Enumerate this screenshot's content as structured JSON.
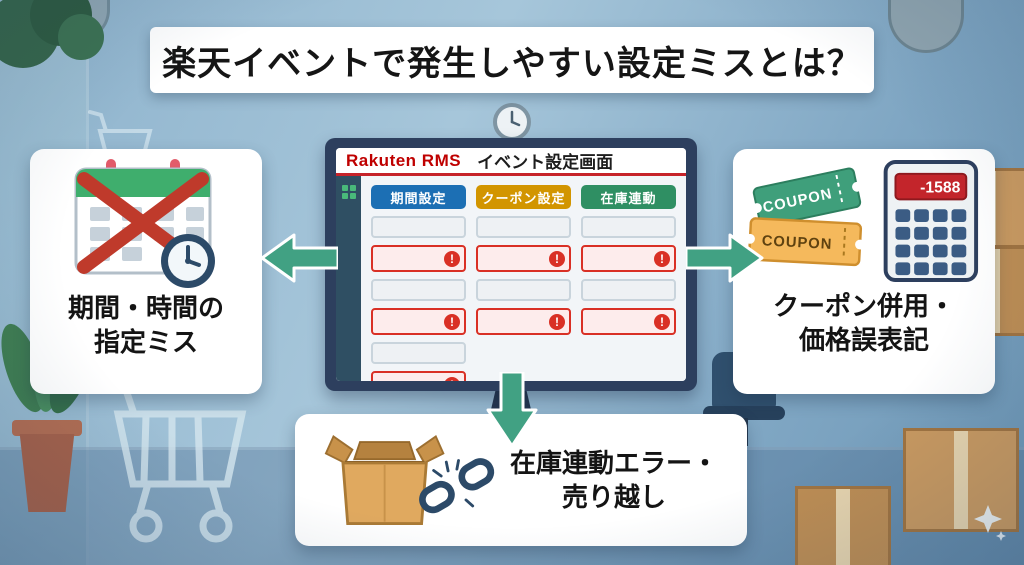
{
  "title": "楽天イベントで発生しやすい設定ミスとは？",
  "monitor": {
    "brand": "Rakuten RMS",
    "screen_title": "イベント設定画面",
    "error_glyph": "!",
    "columns": [
      {
        "label": "期間設定"
      },
      {
        "label": "クーポン設定"
      },
      {
        "label": "在庫連動"
      }
    ]
  },
  "cards": {
    "left": {
      "line1": "期間・時間の",
      "line2": "指定ミス"
    },
    "right": {
      "line1": "クーポン併用・",
      "line2": "価格誤表記",
      "coupon_text": "COUPON",
      "calculator_display": "-1588"
    },
    "bottom": {
      "line1": "在庫連動エラー・",
      "line2": "売り越し"
    }
  },
  "colors": {
    "column_period": "#1c6fb4",
    "column_coupon": "#d29500",
    "column_stock": "#2f8f63",
    "error_red": "#d93025",
    "arrow_green": "#41a183",
    "rakuten_red": "#bf0000",
    "monitor_frame": "#2d3f5e"
  }
}
